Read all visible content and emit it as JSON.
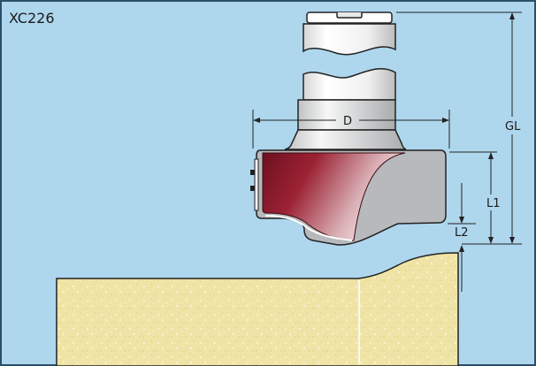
{
  "diagram": {
    "product_code": "XC226",
    "labels": {
      "diameter": "D",
      "overall_length": "GL",
      "cutting_length": "L1",
      "profile_depth": "L2"
    }
  },
  "colors": {
    "background": "#aed7ee",
    "frame": "#2b4f68",
    "cutter_red": "#8b1a2a",
    "cutter_body": "#b7b9bc",
    "shank": "#f2f2f2",
    "workpiece": "#efe4a6"
  }
}
